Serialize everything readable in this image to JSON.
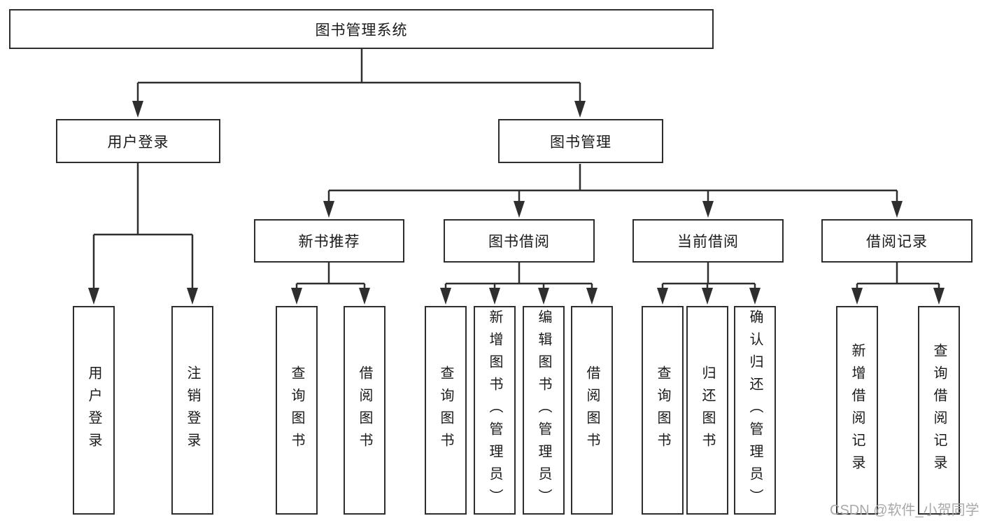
{
  "diagram": {
    "root": {
      "label": "图书管理系统"
    },
    "level2": [
      {
        "label": "用户登录"
      },
      {
        "label": "图书管理"
      }
    ],
    "level3": [
      {
        "label": "新书推荐"
      },
      {
        "label": "图书借阅"
      },
      {
        "label": "当前借阅"
      },
      {
        "label": "借阅记录"
      }
    ],
    "level4": {
      "user_login_children": [
        "用户登录",
        "注销登录"
      ],
      "new_book_children": [
        "查询图书",
        "借阅图书"
      ],
      "borrow_children": [
        "查询图书",
        "新增图书（管理员）",
        "编辑图书（管理员）",
        "借阅图书"
      ],
      "current_children": [
        "查询图书",
        "归还图书",
        "确认归还（管理员）"
      ],
      "record_children": [
        "新增借阅记录",
        "查询借阅记录"
      ]
    },
    "watermark": "CSDN @软件_小贺同学",
    "colors": {
      "line": "#2e2e2e",
      "box_border": "#2e2e2e",
      "text": "#1a1a1a",
      "watermark": "#a9a9a9",
      "background": "#ffffff"
    }
  }
}
